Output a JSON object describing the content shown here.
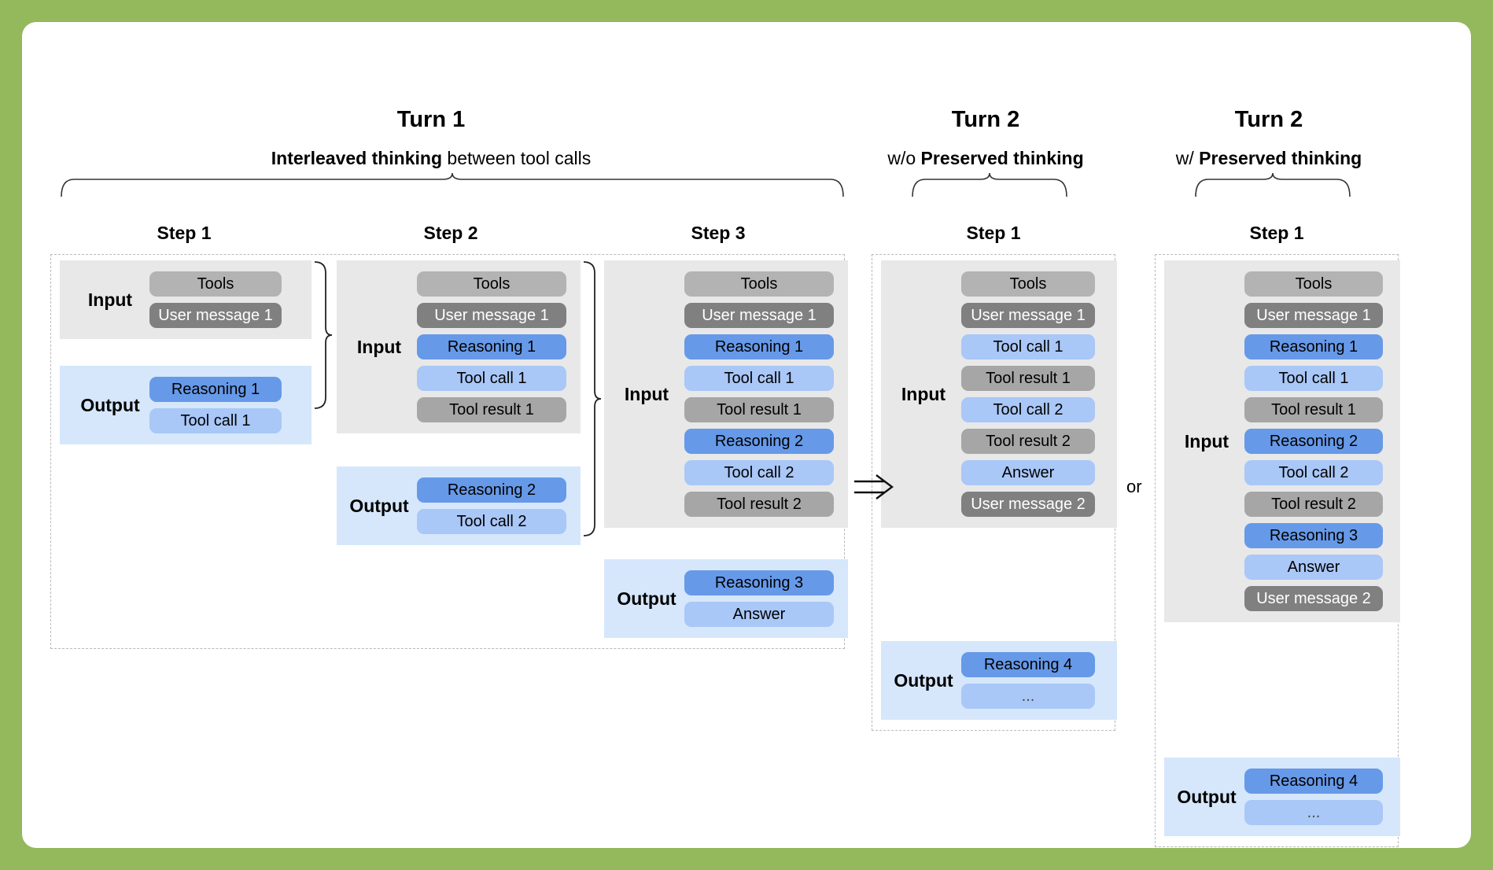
{
  "turns": [
    {
      "id": "turn-1",
      "title": "Turn 1",
      "subtitle_bold": "Interleaved thinking",
      "subtitle_rest": " between tool calls",
      "steps": [
        {
          "title": "Step 1",
          "blocks": [
            {
              "label": "Input",
              "chips": [
                {
                  "text": "Tools",
                  "kind": "tools"
                },
                {
                  "text": "User message 1",
                  "kind": "usermsg"
                }
              ]
            },
            {
              "label": "Output",
              "chips": [
                {
                  "text": "Reasoning 1",
                  "kind": "reasoning"
                },
                {
                  "text": "Tool call 1",
                  "kind": "toolcall"
                }
              ]
            }
          ]
        },
        {
          "title": "Step 2",
          "blocks": [
            {
              "label": "Input",
              "chips": [
                {
                  "text": "Tools",
                  "kind": "tools"
                },
                {
                  "text": "User message 1",
                  "kind": "usermsg"
                },
                {
                  "text": "Reasoning 1",
                  "kind": "reasoning"
                },
                {
                  "text": "Tool call 1",
                  "kind": "toolcall"
                },
                {
                  "text": "Tool result 1",
                  "kind": "toolresult"
                }
              ]
            },
            {
              "label": "Output",
              "chips": [
                {
                  "text": "Reasoning 2",
                  "kind": "reasoning"
                },
                {
                  "text": "Tool call 2",
                  "kind": "toolcall"
                }
              ]
            }
          ]
        },
        {
          "title": "Step 3",
          "blocks": [
            {
              "label": "Input",
              "chips": [
                {
                  "text": "Tools",
                  "kind": "tools"
                },
                {
                  "text": "User message 1",
                  "kind": "usermsg"
                },
                {
                  "text": "Reasoning 1",
                  "kind": "reasoning"
                },
                {
                  "text": "Tool call 1",
                  "kind": "toolcall"
                },
                {
                  "text": "Tool result 1",
                  "kind": "toolresult"
                },
                {
                  "text": "Reasoning 2",
                  "kind": "reasoning"
                },
                {
                  "text": "Tool call 2",
                  "kind": "toolcall"
                },
                {
                  "text": "Tool result 2",
                  "kind": "toolresult"
                }
              ]
            },
            {
              "label": "Output",
              "chips": [
                {
                  "text": "Reasoning 3",
                  "kind": "reasoning"
                },
                {
                  "text": "Answer",
                  "kind": "answer"
                }
              ]
            }
          ]
        }
      ]
    },
    {
      "id": "turn-2-without",
      "title": "Turn 2",
      "subtitle_bold": "Preserved thinking",
      "subtitle_prefix": "w/o ",
      "steps": [
        {
          "title": "Step 1",
          "blocks": [
            {
              "label": "Input",
              "chips": [
                {
                  "text": "Tools",
                  "kind": "tools"
                },
                {
                  "text": "User message 1",
                  "kind": "usermsg"
                },
                {
                  "text": "Tool call 1",
                  "kind": "toolcall"
                },
                {
                  "text": "Tool result 1",
                  "kind": "toolresult"
                },
                {
                  "text": "Tool call 2",
                  "kind": "toolcall"
                },
                {
                  "text": "Tool result 2",
                  "kind": "toolresult"
                },
                {
                  "text": "Answer",
                  "kind": "answer"
                },
                {
                  "text": "User message 2",
                  "kind": "usermsg"
                }
              ]
            },
            {
              "label": "Output",
              "chips": [
                {
                  "text": "Reasoning 4",
                  "kind": "reasoning"
                },
                {
                  "text": "...",
                  "kind": "ellipsis"
                }
              ]
            }
          ]
        }
      ]
    },
    {
      "id": "turn-2-with",
      "title": "Turn 2",
      "subtitle_bold": "Preserved thinking",
      "subtitle_prefix": "w/ ",
      "steps": [
        {
          "title": "Step 1",
          "blocks": [
            {
              "label": "Input",
              "chips": [
                {
                  "text": "Tools",
                  "kind": "tools"
                },
                {
                  "text": "User message 1",
                  "kind": "usermsg"
                },
                {
                  "text": "Reasoning 1",
                  "kind": "reasoning"
                },
                {
                  "text": "Tool call 1",
                  "kind": "toolcall"
                },
                {
                  "text": "Tool result 1",
                  "kind": "toolresult"
                },
                {
                  "text": "Reasoning 2",
                  "kind": "reasoning"
                },
                {
                  "text": "Tool call 2",
                  "kind": "toolcall"
                },
                {
                  "text": "Tool result 2",
                  "kind": "toolresult"
                },
                {
                  "text": "Reasoning 3",
                  "kind": "reasoning"
                },
                {
                  "text": "Answer",
                  "kind": "answer"
                },
                {
                  "text": "User message 2",
                  "kind": "usermsg"
                }
              ]
            },
            {
              "label": "Output",
              "chips": [
                {
                  "text": "Reasoning 4",
                  "kind": "reasoning"
                },
                {
                  "text": "...",
                  "kind": "ellipsis"
                }
              ]
            }
          ]
        }
      ]
    }
  ],
  "connectors": {
    "or_label": "or",
    "arrow_glyph": "double-arrow-right"
  },
  "colors": {
    "background": "#94b85c",
    "page": "#ffffff",
    "input_block": "#e8e8e8",
    "output_block": "#d6e7fb",
    "tools": "#b3b3b3",
    "usermsg": "#808080",
    "reasoning": "#6699e8",
    "toolcall": "#a9c7f7",
    "toolresult": "#a6a6a6"
  }
}
